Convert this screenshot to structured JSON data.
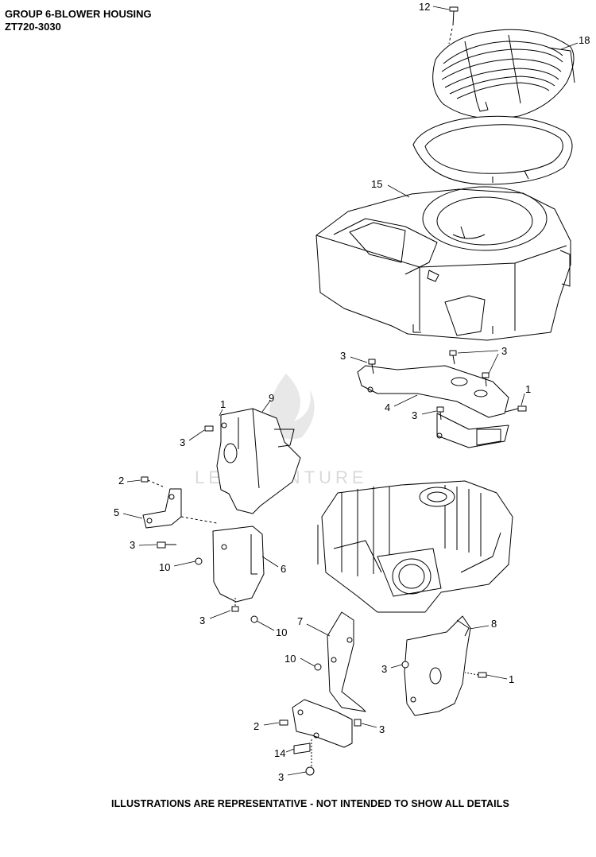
{
  "header": {
    "title": "GROUP 6-BLOWER HOUSING",
    "model": "ZT720-3030"
  },
  "footer": {
    "note": "ILLUSTRATIONS ARE REPRESENTATIVE - NOT INTENDED TO SHOW ALL DETAILS"
  },
  "watermark": {
    "text": "LEADVENTURE"
  },
  "callouts": {
    "c12": "12",
    "c18": "18",
    "c15": "15",
    "c3a": "3",
    "c3b": "3",
    "c1a": "1",
    "c4": "4",
    "c3c": "3",
    "c9": "9",
    "c1b": "1",
    "c3d": "3",
    "c2a": "2",
    "c5": "5",
    "c3e": "3",
    "c10a": "10",
    "c6": "6",
    "c3f": "3",
    "c10b": "10",
    "c7": "7",
    "c8": "8",
    "c10c": "10",
    "c3g": "3",
    "c1c": "1",
    "c2b": "2",
    "c3h": "3",
    "c14": "14",
    "c3i": "3"
  }
}
